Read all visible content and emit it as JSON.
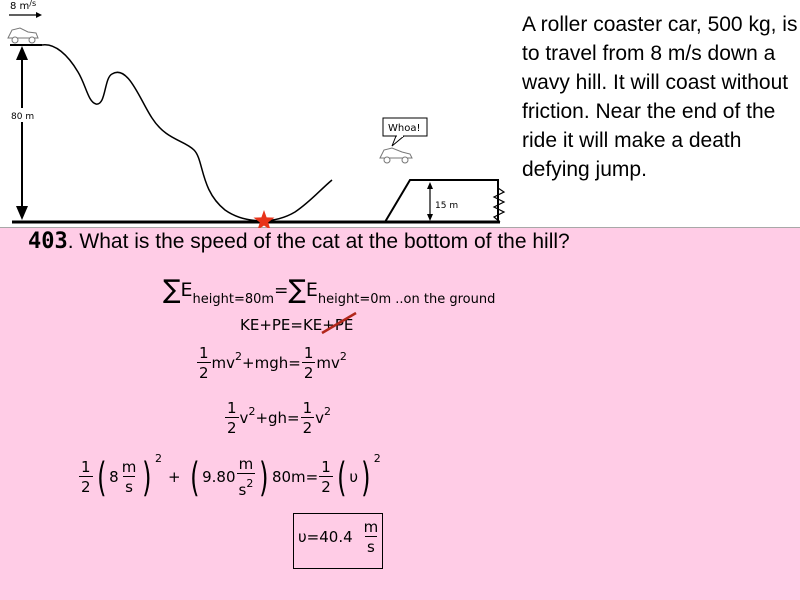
{
  "diagram": {
    "speed_label": "8 m/s",
    "speed_value": "8 m",
    "speed_unit": "/s",
    "height_label": "80 m",
    "exclamation": "Whoa!",
    "ramp_height_label": "15 m"
  },
  "problem_text": "A roller coaster car, 500 kg, is to travel from 8 m/s down a wavy hill.  It will coast without friction. Near the end of the ride it will make a death defying jump.",
  "question": {
    "number": "403",
    "text": ". What is the speed of the cat at the bottom of the hill?"
  },
  "solution": {
    "line1": {
      "sigma": "∑",
      "E": "E",
      "sub1": "height=80m",
      "equals": "=",
      "sub2": "height=0m ..on the ground"
    },
    "line2": "KE+PE=KE+PE",
    "line3": {
      "half_num": "1",
      "half_den": "2",
      "mv2": "mv",
      "sq": "2",
      "mid": "+mgh=",
      "end": "mv"
    },
    "line4": {
      "v": "v",
      "mid": "+gh=",
      "end": "v"
    },
    "line5": {
      "eight": "8",
      "m": "m",
      "s": "s",
      "plus": "+",
      "g": "9.80",
      "s2": "s",
      "height": "80m=",
      "upsilon": "υ"
    },
    "answer": {
      "value": "υ=40.4",
      "unit_num": "m",
      "unit_den": "s"
    }
  },
  "colors": {
    "bottom_background": "#ffcce6",
    "star": "#e8331a",
    "strike": "#b2271c"
  }
}
